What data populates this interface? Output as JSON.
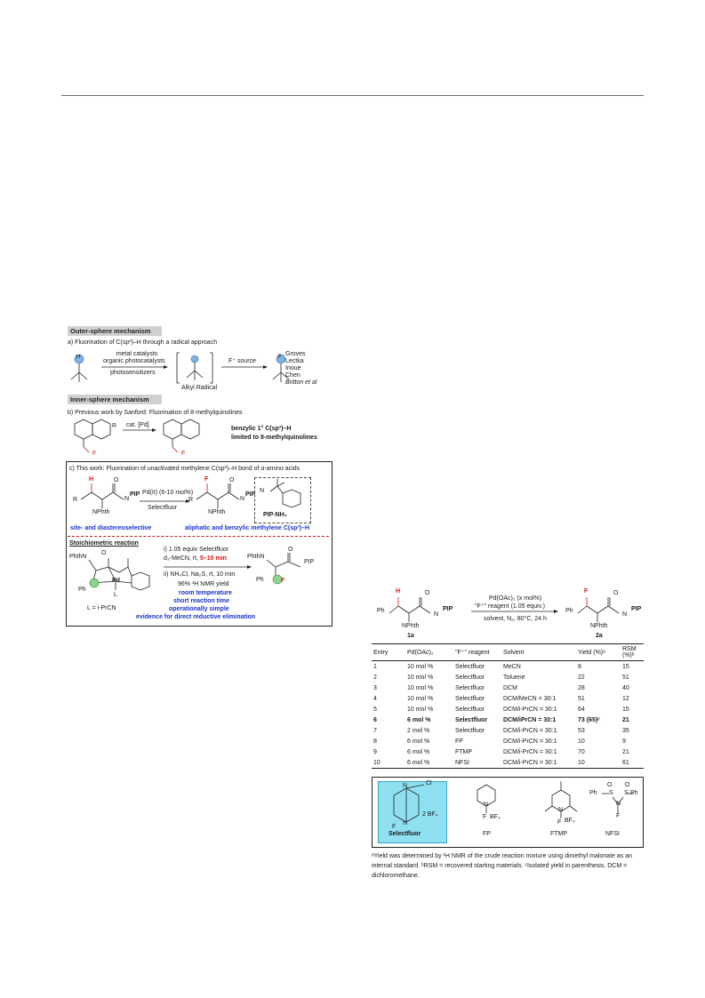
{
  "scheme": {
    "outer_header": "Outer-sphere mechanism",
    "a_label": "a) Fluorination of C(sp³)–H through a radical approach",
    "a_conditions": [
      "metal catalysts",
      "organic photocatalysts",
      "photosensitizers"
    ],
    "a_intermediate": "Alkyl Radical",
    "a_source": "F⁺ source",
    "a_refs": [
      "Groves",
      "Lectka",
      "Inoue",
      "Chen",
      "Britton et al"
    ],
    "inner_header": "Inner-sphere mechanism",
    "b_label": "b) Previous work by Sanford: Fluorination of 8-methylquinolines",
    "b_catalyst": "cat. [Pd]",
    "b_note_1": "benzylic 1° C(sp³)–H",
    "b_note_2": "limited to 8-methylquinolines",
    "c_label": "c) This work: Fluorination of unactivated methylene C(sp³)–H bond of α-amino acids",
    "c_conditions": [
      "Pd(II) (6-10 mol%)",
      "Selectfluor"
    ],
    "c_aux": "PIP-NH₂",
    "c_site": "site- and diastereoselective",
    "c_scope": "aliphatic and benzylic methylene C(sp³)–H",
    "stoich_header": "Stoichiometric reaction",
    "stoich_cond": [
      "i) 1.05 equiv Selectfluor",
      "d₃-MeCN, rt,",
      "5–10 min",
      "ii) NH₄Cl, Na₂S, rt, 10 min",
      "96% ¹H NMR yield"
    ],
    "stoich_L": "L = i-PrCN",
    "stoich_feats": [
      "room temperature",
      "short reaction time",
      "operationally simple",
      "evidence for direct reductive elimination"
    ],
    "labels": {
      "H": "H",
      "F": "F",
      "R": "R",
      "PIP": "PIP",
      "NPhth": "NPhth",
      "PhthN": "PhthN",
      "NH": "N",
      "Pd": "Pd",
      "L": "L",
      "Ph": "Ph",
      "O": "O"
    }
  },
  "table": {
    "reaction": {
      "conditions_top": [
        "Pd(OAc)₂ (x mol%)",
        "\"F⁺\" reagent (1.05 equiv.)"
      ],
      "conditions_bottom": "solvent, N₂, 80°C, 24 h",
      "sm_label": "1a",
      "pd_label": "2a",
      "PIP": "PIP",
      "NPhth": "NPhth",
      "Ph": "Ph",
      "H": "H",
      "F": "F",
      "O": "O",
      "NH": "N",
      "Hsub": "H"
    },
    "headers": [
      "Entry",
      "Pd(OAc)₂",
      "\"F⁺\" reagent",
      "Solvent",
      "Yield (%)ᵃ",
      "RSM (%)ᵇ"
    ],
    "rows": [
      [
        "1",
        "10 mol %",
        "Selectfluor",
        "MeCN",
        "8",
        "15"
      ],
      [
        "2",
        "10 mol %",
        "Selectfluor",
        "Toluene",
        "22",
        "51"
      ],
      [
        "3",
        "10 mol %",
        "Selectfluor",
        "DCM",
        "28",
        "40"
      ],
      [
        "4",
        "10 mol %",
        "Selectfluor",
        "DCM/MeCN = 30:1",
        "51",
        "12"
      ],
      [
        "5",
        "10 mol %",
        "Selectfluor",
        "DCM/i-PrCN = 30:1",
        "64",
        "15"
      ],
      [
        "6",
        "6 mol %",
        "Selectfluor",
        "DCM/iPrCN = 30:1",
        "73 (65)ᶜ",
        "21"
      ],
      [
        "7",
        "2 mol %",
        "Selectfluor",
        "DCM/i-PrCN = 30:1",
        "53",
        "35"
      ],
      [
        "8",
        "6 mol %",
        "FP",
        "DCM/i-PrCN = 30:1",
        "10",
        "9"
      ],
      [
        "9",
        "6 mol %",
        "FTMP",
        "DCM/i-PrCN = 30:1",
        "70",
        "21"
      ],
      [
        "10",
        "6 mol %",
        "NFSI",
        "DCM/i-PrCN = 30:1",
        "10",
        "61"
      ]
    ],
    "highlight_row": 5,
    "reagents": {
      "selectfluor": "Selectfluor",
      "selectfluor_counter": "2 BF₄",
      "fp": "FP",
      "fp_counter": "BF₄",
      "ftmp": "FTMP",
      "ftmp_counter": "BF₄",
      "nfsi": "NFSI",
      "Cl": "Cl",
      "F": "F",
      "N": "N",
      "Ph": "Ph",
      "S": "S",
      "O": "O"
    },
    "footnote": "ᵃYield was determined by ¹H NMR of the crude reaction mixture using dimethyl malonate as an internal standard. ᵇRSM = recovered starting materials. ᶜIsolated yield in parenthesis. DCM = dichloromethane."
  }
}
